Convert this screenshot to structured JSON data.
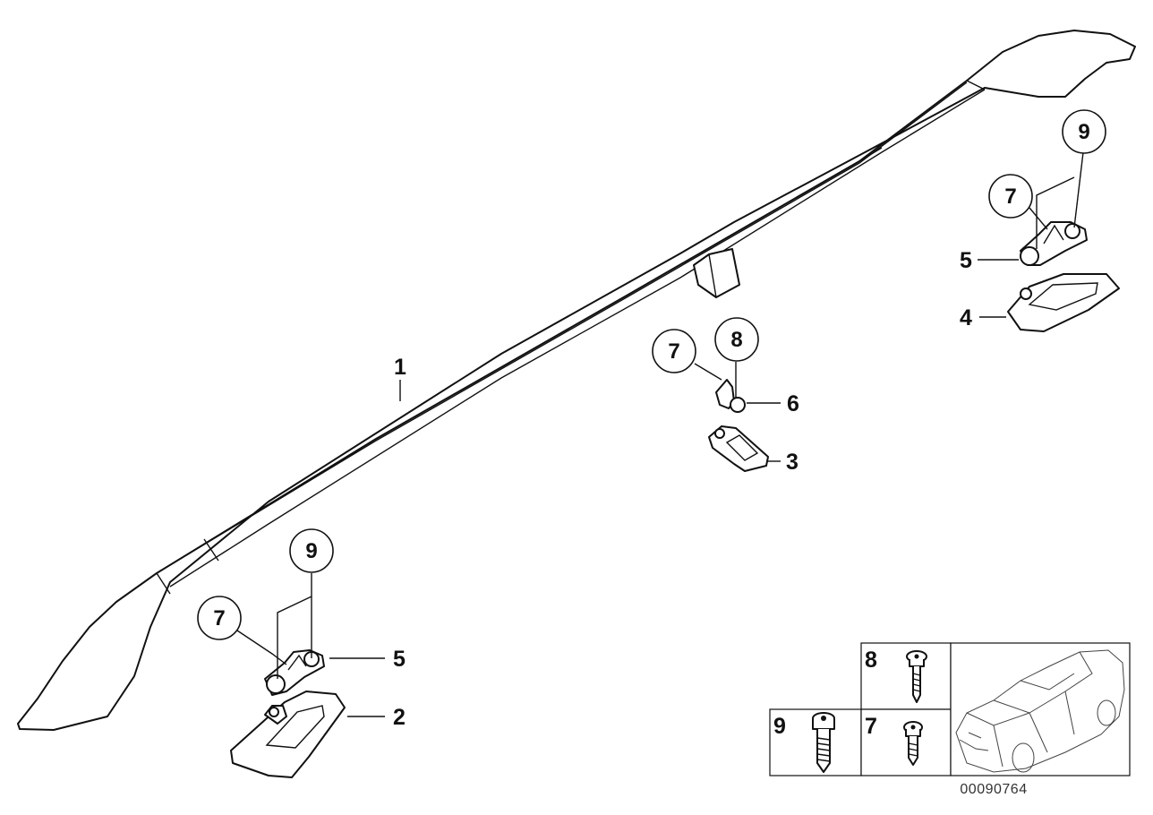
{
  "callouts": {
    "n1": "1",
    "n2": "2",
    "n3": "3",
    "n4": "4",
    "n5": "5",
    "n6": "6",
    "n7": "7",
    "n8": "8",
    "n9": "9"
  },
  "legend": {
    "screw_8": "8",
    "bolt_9": "9",
    "screw_7": "7"
  },
  "diagram_code": "00090764"
}
